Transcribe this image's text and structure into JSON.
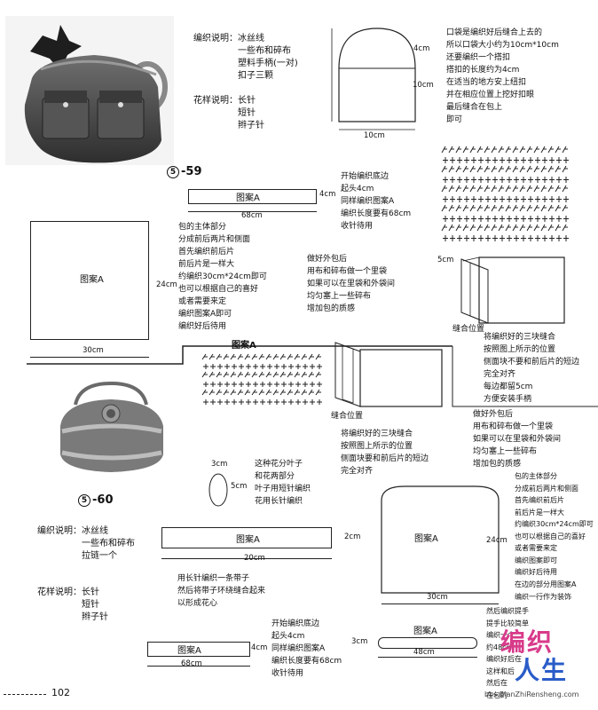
{
  "page_number": "102",
  "watermark": {
    "line1": "编织",
    "line2": "人生",
    "url": "bbs.BianZhiRensheng.com"
  },
  "p59": {
    "number": "5",
    "suffix": "-59",
    "materials_label": "编织说明：",
    "materials": [
      "冰丝线",
      "一些布和碎布",
      "塑料手柄(一对)",
      "扣子三颗"
    ],
    "pattern_label": "花样说明：",
    "patterns": [
      "长针",
      "短针",
      "辫子针"
    ],
    "pocket_notes": [
      "口袋是编织好后缝合上去的",
      "所以口袋大小约为10cm*10cm",
      "还要编织一个搭扣",
      "搭扣的长度约为4cm",
      "在适当的地方安上纽扣",
      "并在相应位置上挖好扣眼",
      "最后缝合在包上",
      "即可"
    ],
    "pocket_dims": {
      "top": "4cm",
      "side": "10cm",
      "bottom": "10cm"
    },
    "strip_label": "图案A",
    "strip_height": "4cm",
    "strip_width": "68cm",
    "start_notes": [
      "开始编织底边",
      "起头4cm",
      "同样编织图案A",
      "编织长度要有68cm",
      "收针待用"
    ],
    "main_label": "图案A",
    "main_width": "30cm",
    "main_height": "24cm",
    "body_notes": [
      "包的主体部分",
      "分成前后两片和侧面",
      "首先编织前后片",
      "前后片是一样大",
      "约编织30cm*24cm即可",
      "也可以根据自己的喜好",
      "或者需要来定",
      "编织图案A即可",
      "编织好后待用"
    ],
    "lining_notes": [
      "做好外包后",
      "用布和碎布做一个里袋",
      "如果可以在里袋和外袋间",
      "均匀塞上一些碎布",
      "增加包的质感"
    ],
    "assembly_dim": "5cm",
    "seam_label": "缝合位置",
    "assembly_notes": [
      "将编织好的三块缝合",
      "按照图上所示的位置",
      "侧面块不要和前后片的短边",
      "完全对齐",
      "每边都留5cm",
      "方便安装手柄"
    ],
    "chart_label": "图案A"
  },
  "p60": {
    "number": "5",
    "suffix": "-60",
    "seam_label": "缝合位置",
    "seam_notes": [
      "将编织好的三块缝合",
      "按照图上所示的位置",
      "侧面块要和前后片的短边",
      "完全对齐"
    ],
    "lining_notes": [
      "做好外包后",
      "用布和碎布做一个里袋",
      "如果可以在里袋和外袋间",
      "均匀塞上一些碎布",
      "增加包的质感"
    ],
    "leaf_dims": {
      "width": "3cm",
      "height": "5cm"
    },
    "leaf_notes": [
      "这种花分叶子",
      "和花两部分",
      "叶子用短针编织",
      "花用长针编织"
    ],
    "materials_label": "编织说明：",
    "materials": [
      "冰丝线",
      "一些布和碎布",
      "拉链一个"
    ],
    "pattern_label": "花样说明：",
    "patterns": [
      "长针",
      "短针",
      "辫子针"
    ],
    "strip_label": "图案A",
    "strip_height": "2cm",
    "strip_width": "20cm",
    "flower_notes": [
      "用长针编织一条带子",
      "然后将带子环绕缝合起来",
      "以形成花心"
    ],
    "start_notes": [
      "开始编织底边",
      "起头4cm",
      "同样编织图案A",
      "编织长度要有68cm",
      "收针待用"
    ],
    "bottom_label": "图案A",
    "bottom_height": "4cm",
    "bottom_width": "68cm",
    "main_label": "图案A",
    "main_width": "30cm",
    "main_height": "24cm",
    "body_notes": [
      "包的主体部分",
      "分成前后两片和侧面",
      "首先编织前后片",
      "前后片是一样大",
      "约编织30cm*24cm即可",
      "也可以根据自己的喜好",
      "或者需要来定",
      "编织图案即可",
      "编织好后待用"
    ],
    "side_notes": [
      "在边的部分用图案A",
      "编织一行作为装饰"
    ],
    "handle_label": "图案A",
    "handle_height": "3cm",
    "handle_width": "48cm",
    "handle_notes": [
      "然后编织提手",
      "提手比较简单",
      "编织一个",
      "约48cm",
      "编织好后在",
      "这样和后",
      "然后在",
      "在包的"
    ]
  }
}
